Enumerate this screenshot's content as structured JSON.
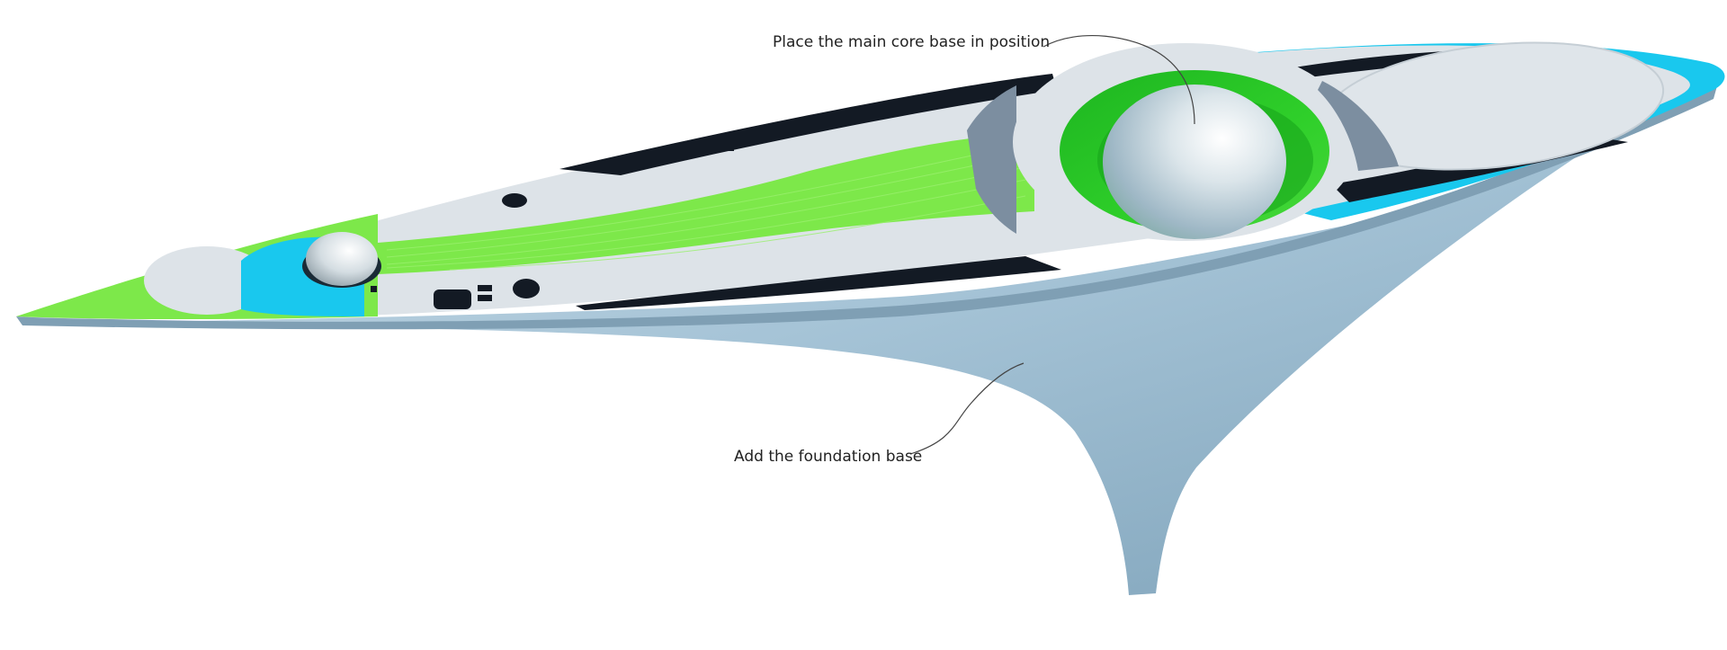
{
  "annotations": {
    "core": "Place the main core base in position",
    "foundation": "Add the foundation base"
  },
  "colors": {
    "background": "#ffffff",
    "deck": "#dde3e8",
    "green": "#7de84a",
    "dark_green": "#1fa41a",
    "navy": "#131a24",
    "cyan": "#19c8ee",
    "foundation": "#a8c6d8",
    "rim_shadow": "#7c8ea0",
    "leader_line": "#444444"
  },
  "icons": [
    "main-core-sphere",
    "small-dome-sphere"
  ]
}
